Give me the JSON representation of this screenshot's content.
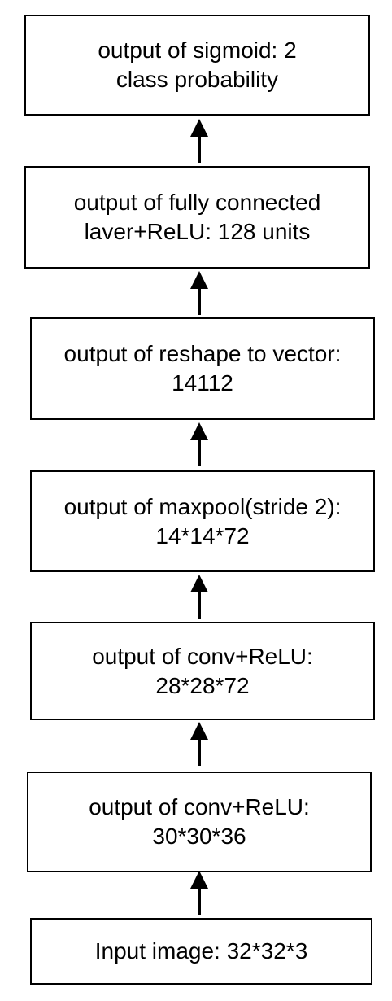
{
  "boxes": {
    "sigmoid": {
      "line1": "output of sigmoid: 2",
      "line2": "class probability"
    },
    "fc": {
      "line1": "output of fully connected",
      "line2": "laver+ReLU: 128 units"
    },
    "reshape": {
      "line1": "output of reshape to vector:",
      "line2": "14112"
    },
    "maxpool": {
      "line1": "output of maxpool(stride 2):",
      "line2": "14*14*72"
    },
    "conv2": {
      "line1": "output of conv+ReLU:",
      "line2": "28*28*72"
    },
    "conv1": {
      "line1": "output of conv+ReLU:",
      "line2": "30*30*36"
    },
    "input": {
      "line1": "Input image: 32*32*3"
    }
  }
}
